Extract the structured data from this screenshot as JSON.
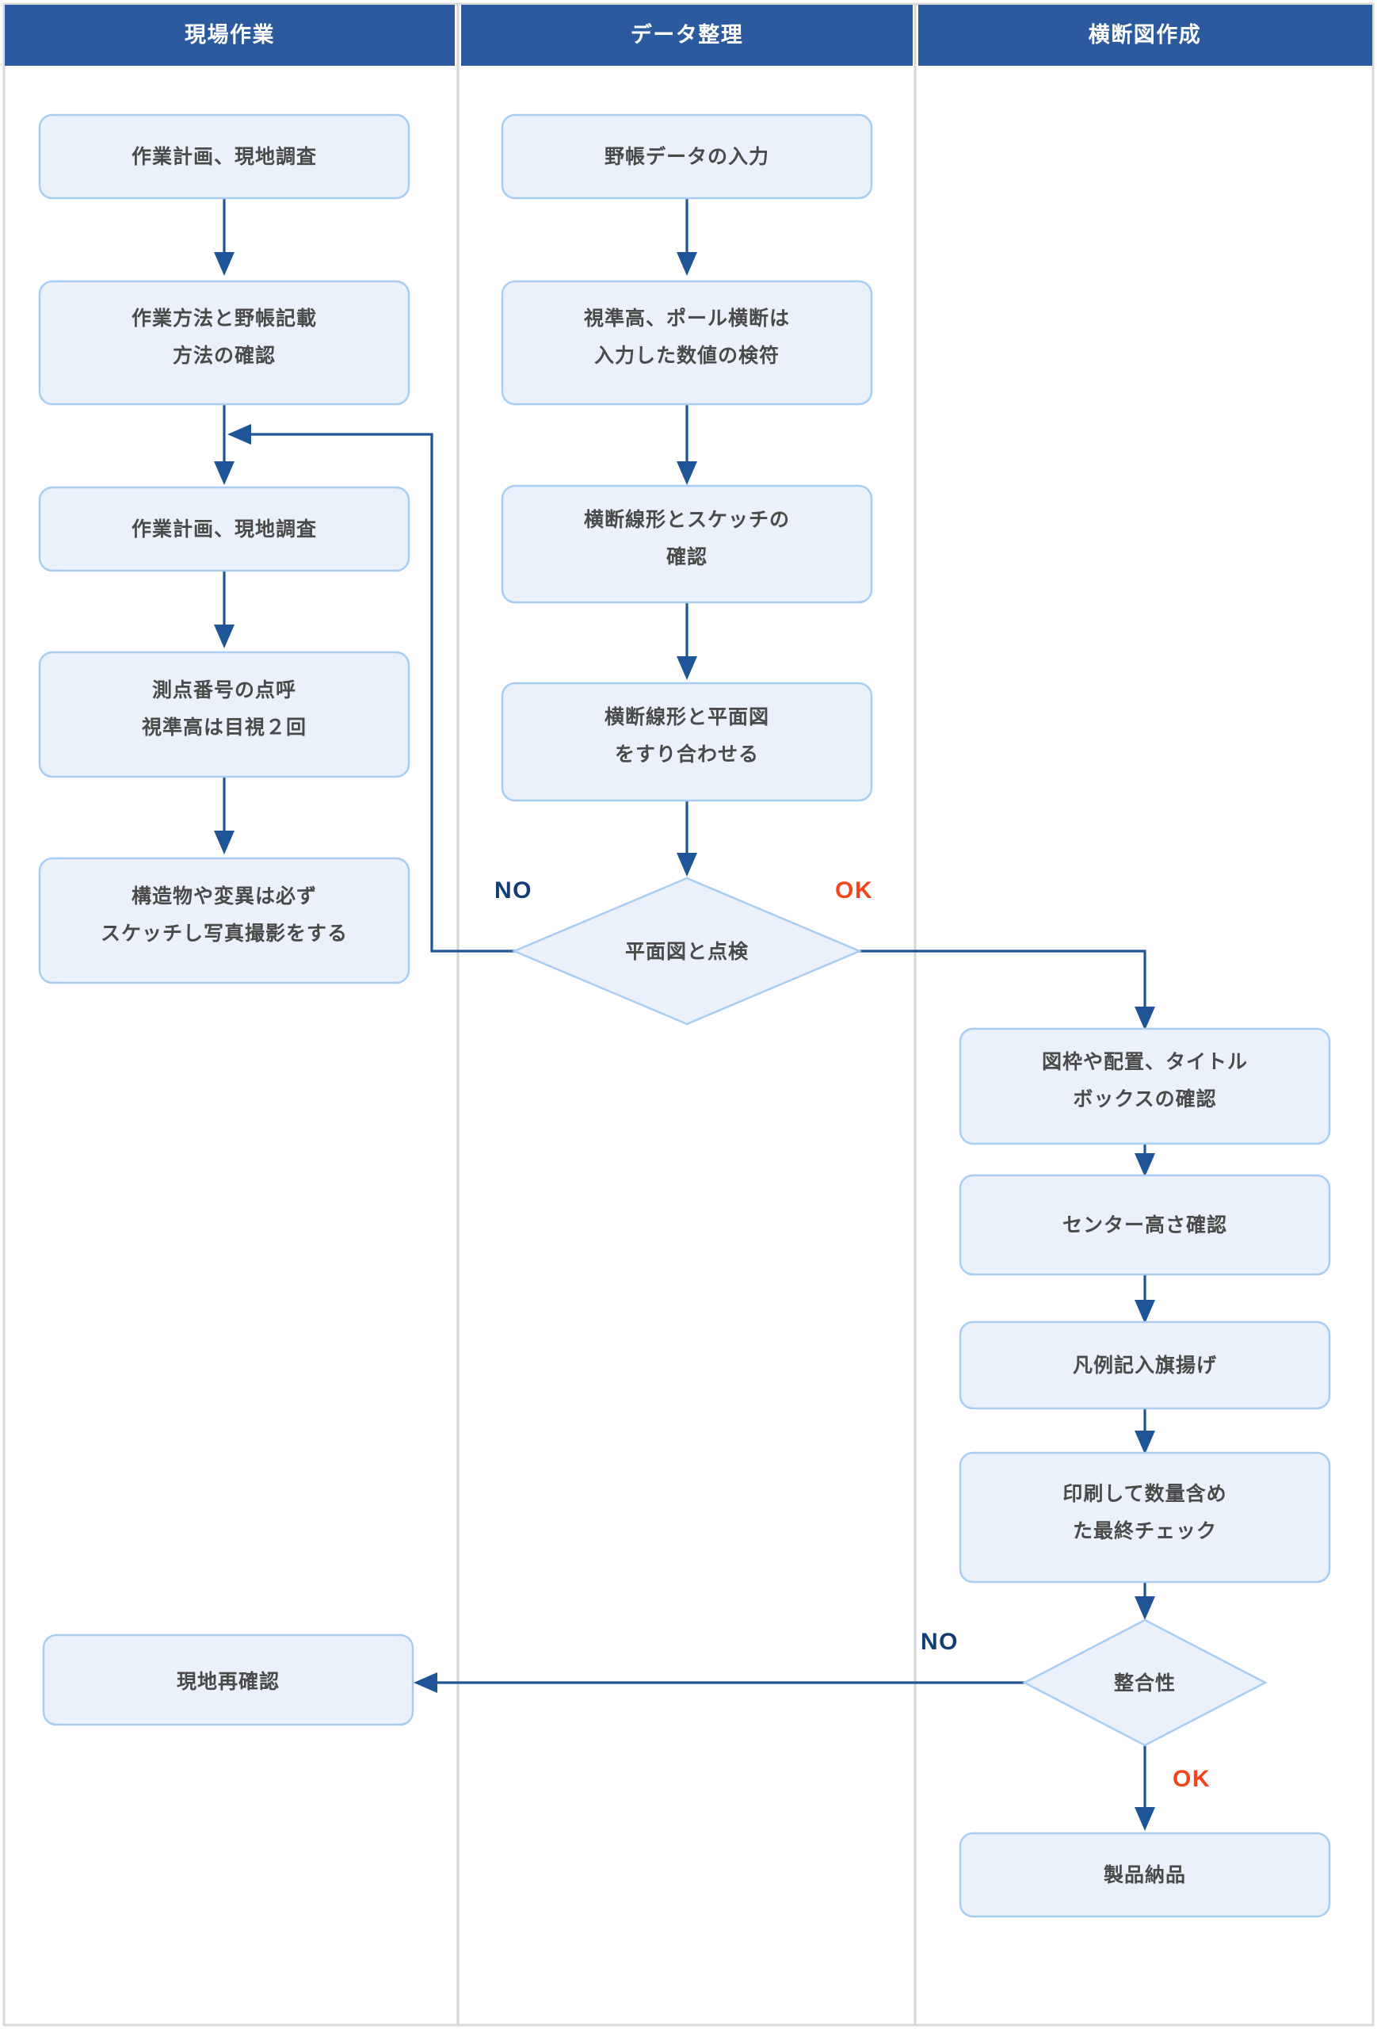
{
  "diagram": {
    "type": "swimlane-flowchart",
    "title_bar_color": "#2b5b9e",
    "node_fill": "#eaf1fb",
    "node_border": "#a7cdf2",
    "edge_color": "#1f5596",
    "no_label_color": "#123c73",
    "ok_label_color": "#f4441e"
  },
  "lanes": [
    {
      "id": "lane-field-work",
      "title": "現場作業"
    },
    {
      "id": "lane-data-entry",
      "title": "データ整理"
    },
    {
      "id": "lane-section-drawing",
      "title": "横断図作成"
    }
  ],
  "nodes": {
    "n1": {
      "shape": "process",
      "lane": 0,
      "lines": [
        "作業計画、現地調査"
      ]
    },
    "n2": {
      "shape": "process",
      "lane": 0,
      "lines": [
        "作業方法と野帳記載",
        "方法の確認"
      ]
    },
    "n3": {
      "shape": "process",
      "lane": 0,
      "lines": [
        "作業計画、現地調査"
      ]
    },
    "n4": {
      "shape": "process",
      "lane": 0,
      "lines": [
        "測点番号の点呼",
        "視準高は目視２回"
      ]
    },
    "n5": {
      "shape": "process",
      "lane": 0,
      "lines": [
        "構造物や変異は必ず",
        "スケッチし写真撮影をする"
      ]
    },
    "n6": {
      "shape": "process",
      "lane": 0,
      "lines": [
        "現地再確認"
      ]
    },
    "d1": {
      "shape": "process",
      "lane": 1,
      "lines": [
        "野帳データの入力"
      ]
    },
    "d2": {
      "shape": "process",
      "lane": 1,
      "lines": [
        "視準高、ポール横断は",
        "入力した数値の検符"
      ]
    },
    "d3": {
      "shape": "process",
      "lane": 1,
      "lines": [
        "横断線形とスケッチの",
        "確認"
      ]
    },
    "d4": {
      "shape": "process",
      "lane": 1,
      "lines": [
        "横断線形と平面図",
        "をすり合わせる"
      ]
    },
    "d5": {
      "shape": "decision",
      "lane": 1,
      "lines": [
        "平面図と点検"
      ]
    },
    "s1": {
      "shape": "process",
      "lane": 2,
      "lines": [
        "図枠や配置、タイトル",
        "ボックスの確認"
      ]
    },
    "s2": {
      "shape": "process",
      "lane": 2,
      "lines": [
        "センター高さ確認"
      ]
    },
    "s3": {
      "shape": "process",
      "lane": 2,
      "lines": [
        "凡例記入旗揚げ"
      ]
    },
    "s4": {
      "shape": "process",
      "lane": 2,
      "lines": [
        "印刷して数量含め",
        "た最終チェック"
      ]
    },
    "s5": {
      "shape": "decision",
      "lane": 2,
      "lines": [
        "整合性"
      ]
    },
    "s6": {
      "shape": "process",
      "lane": 2,
      "lines": [
        "製品納品"
      ]
    }
  },
  "edge_labels": {
    "d5_no": "NO",
    "d5_ok": "OK",
    "s5_no": "NO",
    "s5_ok": "OK"
  }
}
